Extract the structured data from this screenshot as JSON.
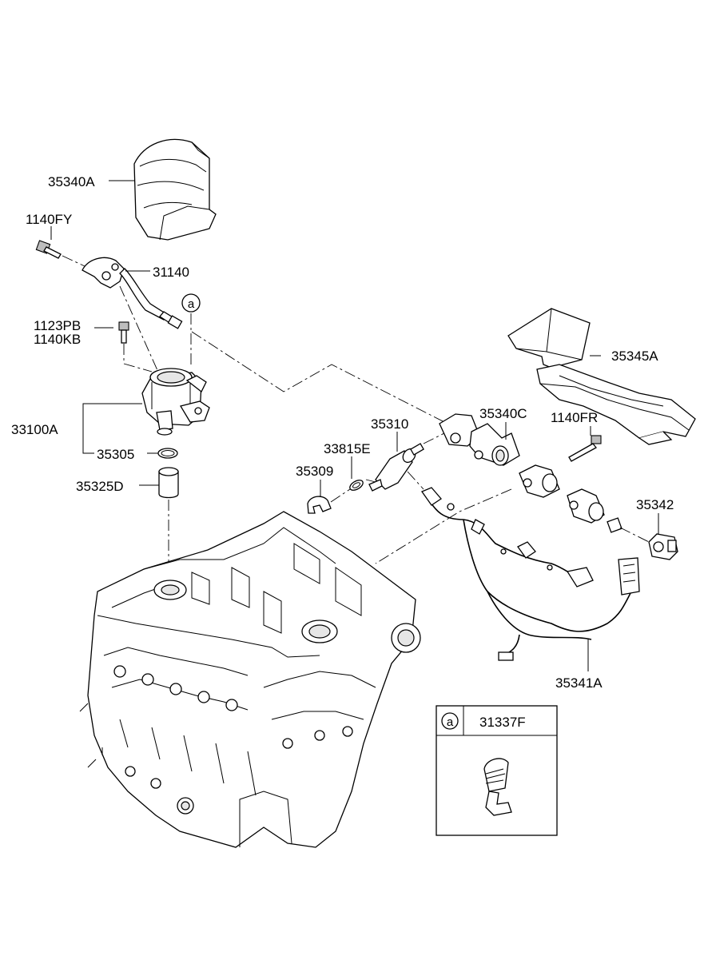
{
  "labels": {
    "p35340A": "35340A",
    "p1140FY": "1140FY",
    "p31140": "31140",
    "p1123PB": "1123PB",
    "p1140KB": "1140KB",
    "p33100A": "33100A",
    "p35305": "35305",
    "p35325D": "35325D",
    "p35310": "35310",
    "p33815E": "33815E",
    "p35309": "35309",
    "p35340C": "35340C",
    "p1140FR": "1140FR",
    "p35345A": "35345A",
    "p35342": "35342",
    "p35341A": "35341A"
  },
  "callout": {
    "marker": "a",
    "inset_marker": "a",
    "inset_part": "31337F"
  }
}
